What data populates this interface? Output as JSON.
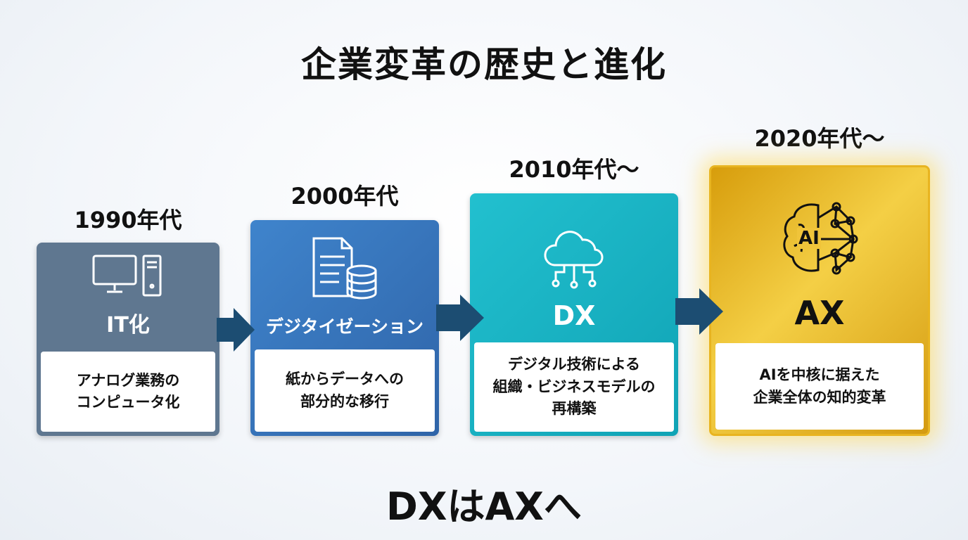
{
  "title": "企業変革の歴史と進化",
  "footer": "DXはAXへ",
  "stages": [
    {
      "year": "1990年代",
      "label": "IT化",
      "icon": "computer-icon",
      "desc_lines": [
        "アナログ業務の",
        "コンピュータ化"
      ],
      "color": "#5f7790"
    },
    {
      "year": "2000年代",
      "label": "デジタイゼーション",
      "icon": "document-database-icon",
      "desc_lines": [
        "紙からデータへの",
        "部分的な移行"
      ],
      "color": "#3a78c2"
    },
    {
      "year": "2010年代〜",
      "label": "DX",
      "icon": "cloud-network-icon",
      "desc_lines": [
        "デジタル技術による",
        "組織・ビジネスモデルの",
        "再構築"
      ],
      "color": "#17b3c3"
    },
    {
      "year": "2020年代〜",
      "label": "AX",
      "icon": "ai-brain-icon",
      "icon_text": "AI",
      "desc_lines": [
        "AIを中核に据えた",
        "企業全体の知的変革"
      ],
      "color": "#e0a815"
    }
  ],
  "arrow_color": "#1c4d72"
}
